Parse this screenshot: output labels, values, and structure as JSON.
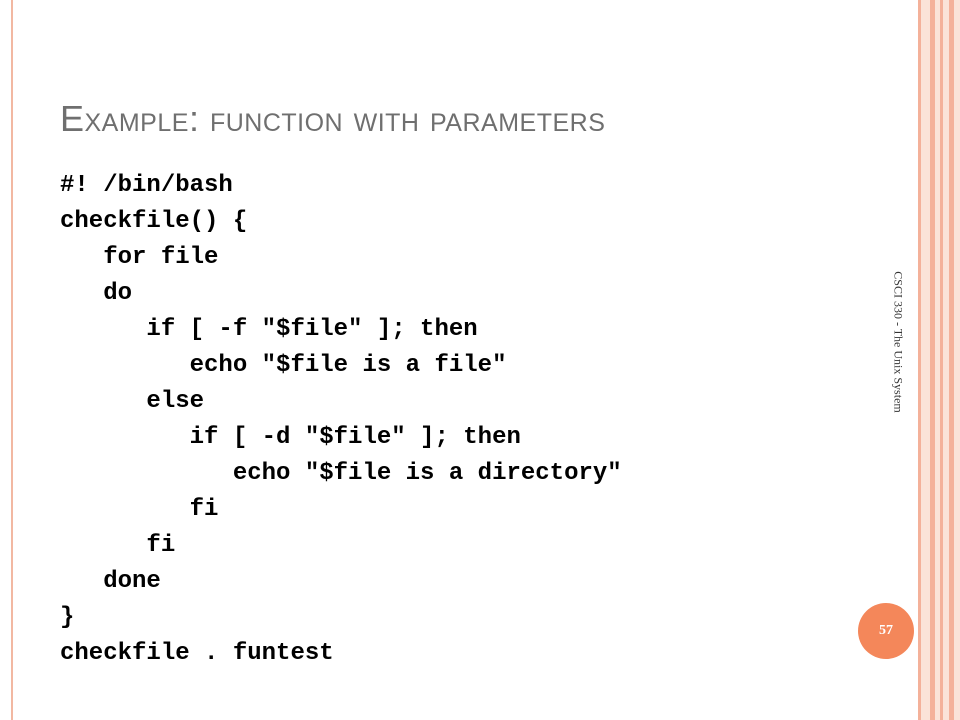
{
  "slide": {
    "title": "Example: function with parameters",
    "code_lines": [
      "#! /bin/bash",
      "checkfile() {",
      "   for file",
      "   do",
      "      if [ -f \"$file\" ]; then",
      "         echo \"$file is a file\"",
      "      else",
      "         if [ -d \"$file\" ]; then",
      "            echo \"$file is a directory\"",
      "         fi",
      "      fi",
      "   done",
      "}",
      "checkfile . funtest"
    ],
    "footer_vertical": "CSCI 330 - The Unix System",
    "page_number": "57"
  },
  "colors": {
    "title_gray": "#6f6f6f",
    "accent_orange": "#f4875a",
    "band_peach": "#fbe3d8",
    "band_line": "#f4b19a"
  }
}
